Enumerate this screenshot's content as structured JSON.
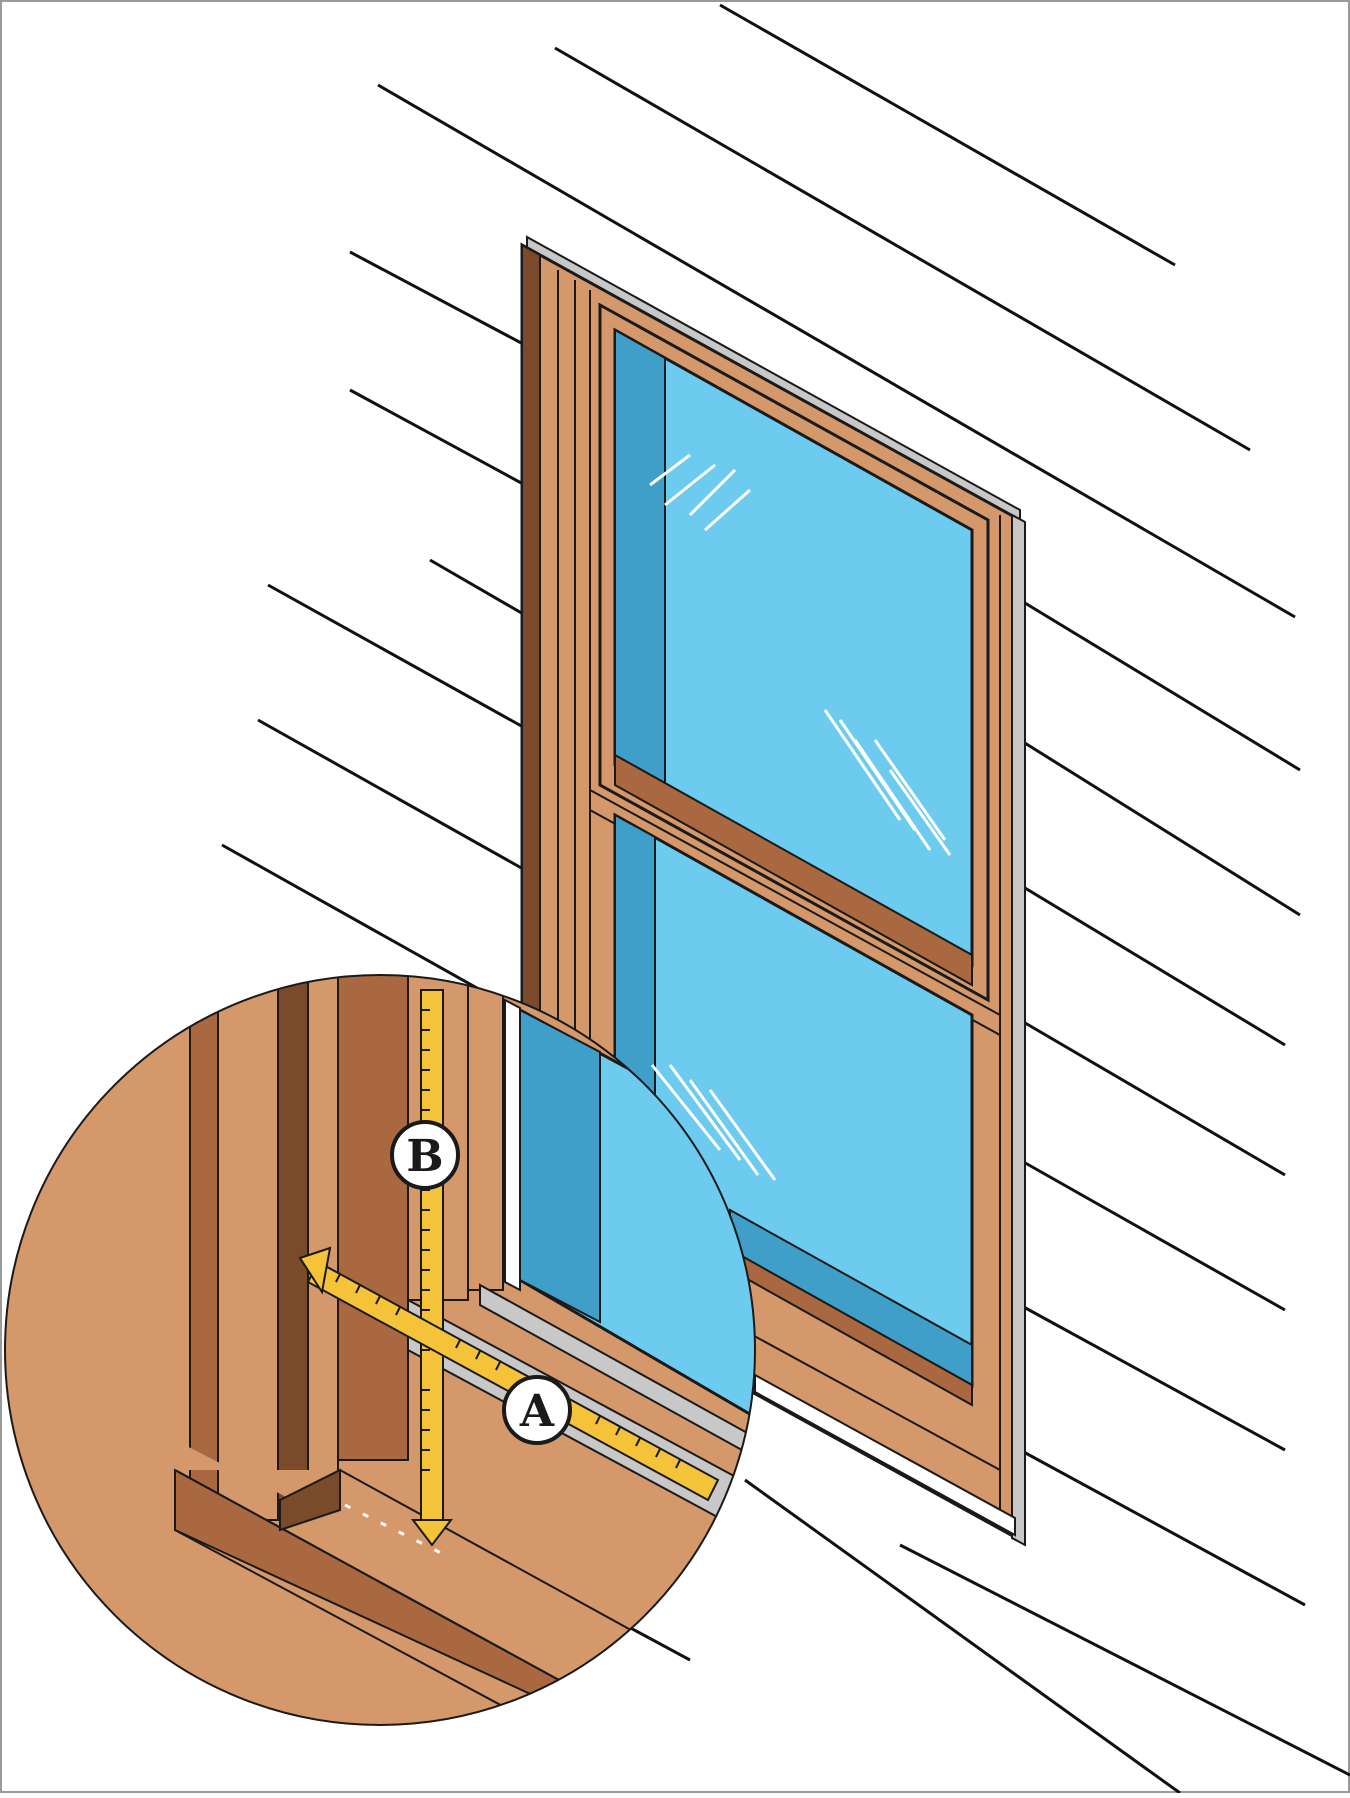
{
  "diagram": {
    "callouts": [
      {
        "id": "A",
        "text": "A"
      },
      {
        "id": "B",
        "text": "B"
      }
    ]
  },
  "colors": {
    "background": "#ffffff",
    "siding_line": "#111111",
    "wood": "#d4986a",
    "wood_dark": "#a9683f",
    "wood_shadow": "#7a4a2a",
    "glass": "#6ccbef",
    "glass_dark": "#3f9fc9",
    "trim_gray": "#c8c8c8",
    "tape_yellow": "#f5c33a",
    "outline": "#1a1a1a"
  },
  "icons": [
    "measuring-tape-a",
    "measuring-tape-b",
    "magnifier-circle"
  ]
}
